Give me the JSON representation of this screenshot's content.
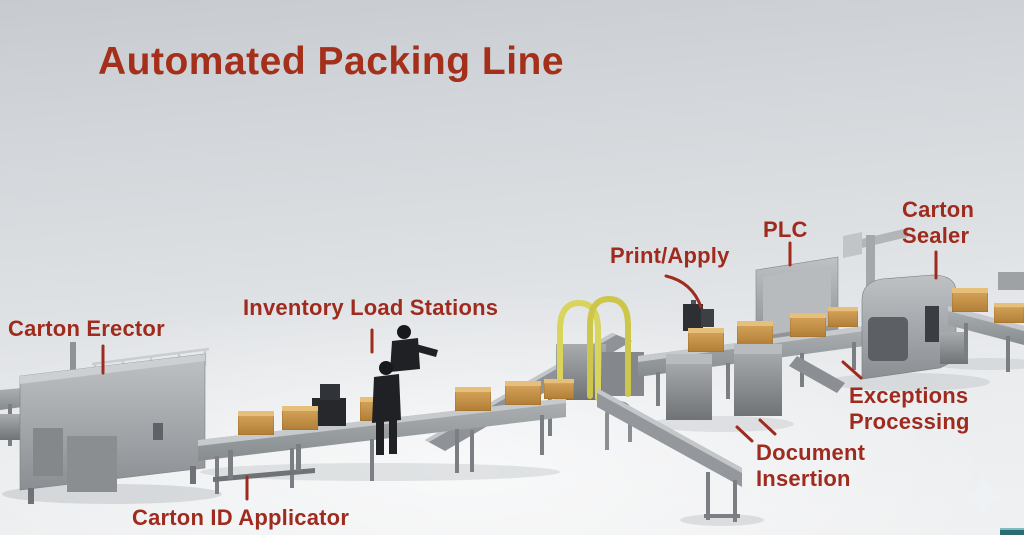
{
  "title": "Automated Packing Line",
  "labels": {
    "carton_erector": {
      "text": "Carton Erector"
    },
    "carton_id_applicator": {
      "text": "Carton ID Applicator"
    },
    "inventory_load_stations": {
      "text": "Inventory Load Stations"
    },
    "print_apply": {
      "text": "Print/Apply"
    },
    "plc": {
      "text": "PLC"
    },
    "carton_sealer": {
      "text": "Carton\nSealer"
    },
    "exceptions_processing": {
      "text": "Exceptions\nProcessing"
    },
    "document_insertion": {
      "text": "Document\nInsertion"
    }
  },
  "theme": {
    "title_color": "#A4301B",
    "label_color": "#9E2B1E",
    "leader_line_color": "#9E2B1E",
    "background_top": "#C7CBD0",
    "background_bottom": "#F0F1F2",
    "machine_gray": "#9A9DA0",
    "machine_gray_dark": "#74777A",
    "machine_gray_light": "#C6CACD",
    "carton_color": "#C9964A",
    "safety_arch_yellow": "#D8D45C",
    "worker_color": "#1F2124",
    "sparkle_color": "#EFF2F4",
    "corner_bar_color": "#2E6B70"
  },
  "illustration": {
    "components": [
      "infeed-conveyor",
      "carton-erector-machine",
      "carton-id-applicator-stand",
      "load-station-conveyor",
      "worker-figures",
      "incline-conveyor",
      "safety-arches",
      "transfer-platform",
      "print-apply-station",
      "plc-cabinet",
      "exceptions-slide",
      "station-cabinets",
      "document-insertion-conveyor",
      "main-right-conveyor",
      "carton-sealer-machine",
      "exit-conveyor",
      "cartons"
    ]
  },
  "overlay": {
    "sparkle_icon": "four-point-star",
    "corner_bar": "teal-progress-fragment"
  }
}
